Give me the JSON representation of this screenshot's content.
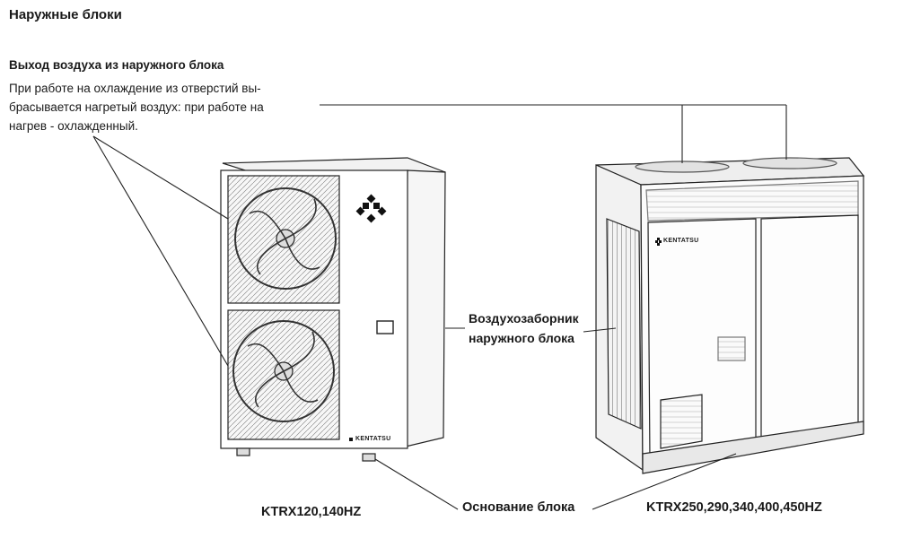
{
  "title": "Наружные блоки",
  "outlet": {
    "heading": "Выход воздуха из наружного блока",
    "text": "При работе на охлаждение из отверстий вы-\nбрасывается нагретый воздух: при работе на\nнагрев - охлажденный."
  },
  "intake": {
    "label": "Воздухозаборник\nнаружного блока"
  },
  "base": {
    "label": "Основание блока"
  },
  "models": {
    "small": "KTRX120,140HZ",
    "large": "KTRX250,290,340,400,450HZ"
  },
  "brand": "KENTATSU",
  "icons": [
    "kentatsu-logo-icon",
    "fan-icon"
  ],
  "colors": {
    "text": "#1a1a1a",
    "line": "#222222",
    "background": "#ffffff"
  }
}
